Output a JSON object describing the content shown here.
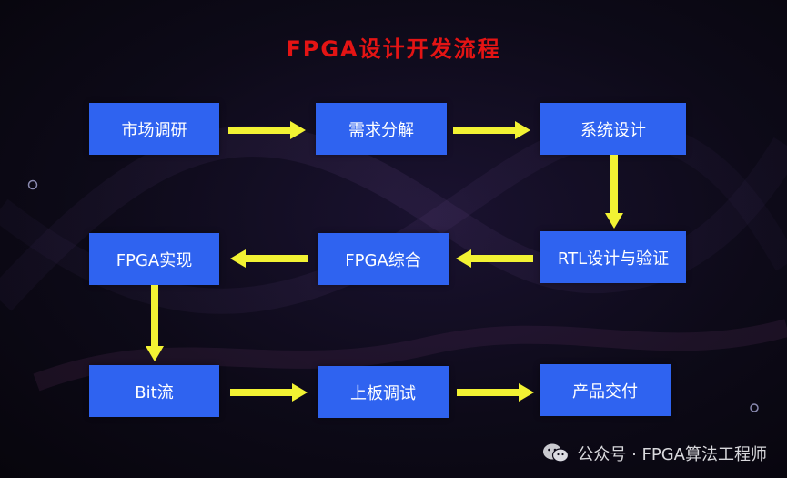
{
  "title": "FPGA设计开发流程",
  "colors": {
    "title": "#e41414",
    "box": "#2f63f0",
    "arrow": "#f2f233"
  },
  "steps": [
    {
      "id": "market-research",
      "label": "市场调研"
    },
    {
      "id": "requirement-analysis",
      "label": "需求分解"
    },
    {
      "id": "system-design",
      "label": "系统设计"
    },
    {
      "id": "rtl-design-verify",
      "label": "RTL设计与验证"
    },
    {
      "id": "fpga-synthesis",
      "label": "FPGA综合"
    },
    {
      "id": "fpga-implementation",
      "label": "FPGA实现"
    },
    {
      "id": "bitstream",
      "label": "Bit流"
    },
    {
      "id": "board-debug",
      "label": "上板调试"
    },
    {
      "id": "product-delivery",
      "label": "产品交付"
    }
  ],
  "footer": {
    "icon": "wechat-icon",
    "text": "公众号 · FPGA算法工程师"
  }
}
